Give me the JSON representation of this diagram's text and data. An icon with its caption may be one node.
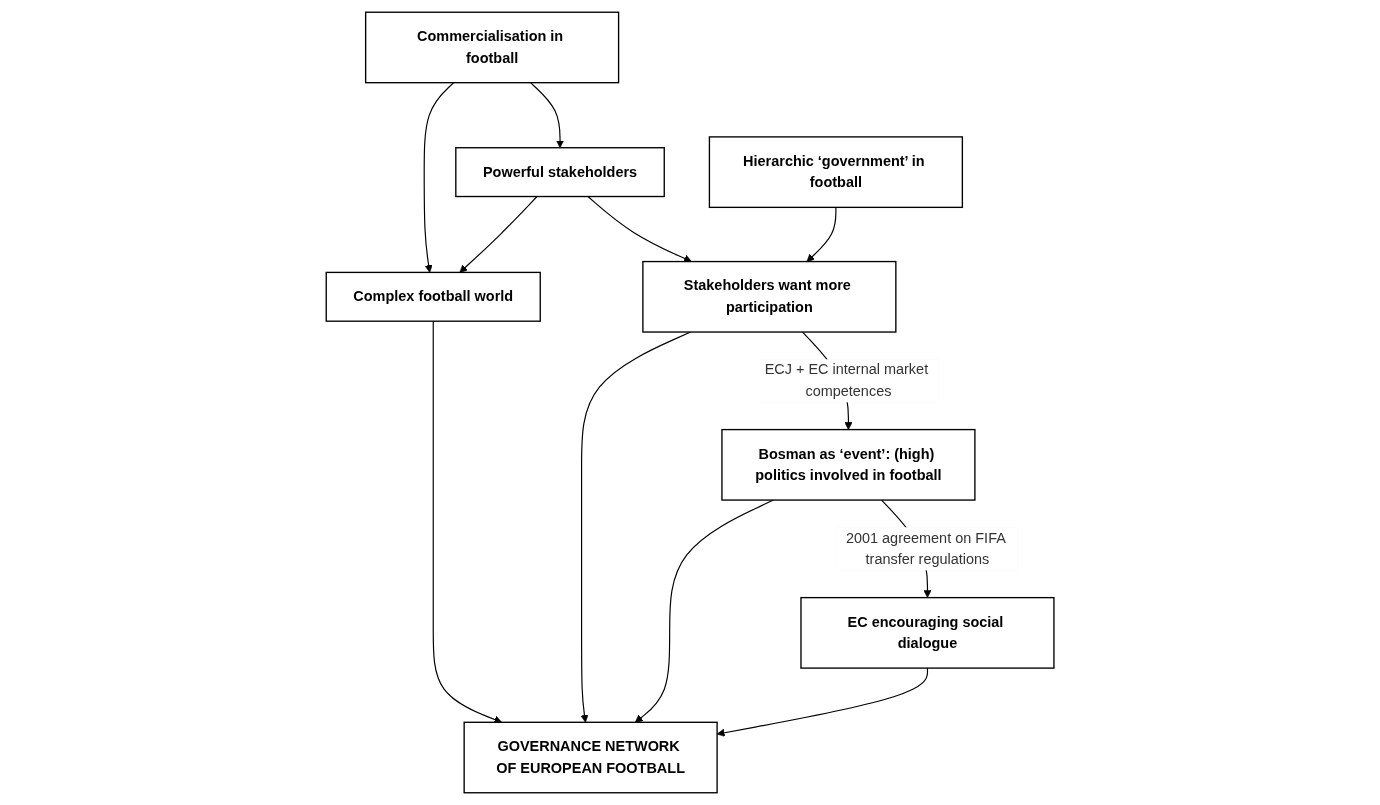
{
  "diagram": {
    "nodes": [
      {
        "text": [
          "Commercialisation in football"
        ]
      },
      {
        "text": [
          "Powerful stakeholders"
        ]
      },
      {
        "text": [
          "Hierarchic ‘government’ in football"
        ]
      },
      {
        "text": [
          "Stakeholders want more participation"
        ]
      },
      {
        "text": [
          "Bosman as ‘event’: (high) politics involved in football"
        ]
      },
      {
        "text": [
          "Complex football world"
        ]
      },
      {
        "text": [
          "EC encouraging social dialogue"
        ]
      },
      {
        "text": [
          "GOVERNANCE NETWORK OF EUROPEAN FOOTBALL"
        ]
      }
    ],
    "edges": [
      {
        "from": 0,
        "to": 1,
        "arrow": "to"
      },
      {
        "from": 0,
        "to": 5,
        "arrow": "to"
      },
      {
        "from": 1,
        "to": 5,
        "arrow": "to"
      },
      {
        "from": 1,
        "to": 3,
        "arrow": "to"
      },
      {
        "from": 2,
        "to": 3,
        "arrow": "to"
      },
      {
        "from": 3,
        "to": 4,
        "label": "ECJ + EC internal market competences",
        "arrow": "to"
      },
      {
        "from": 4,
        "to": 6,
        "label": "2001 agreement on FIFA transfer regulations",
        "arrow": "to"
      },
      {
        "from": 5,
        "to": 7,
        "arrow": "to"
      },
      {
        "from": 3,
        "to": 7,
        "arrow": "to"
      },
      {
        "from": 4,
        "to": 7,
        "arrow": "to"
      },
      {
        "from": 6,
        "to": 7,
        "arrow": "to"
      }
    ]
  }
}
